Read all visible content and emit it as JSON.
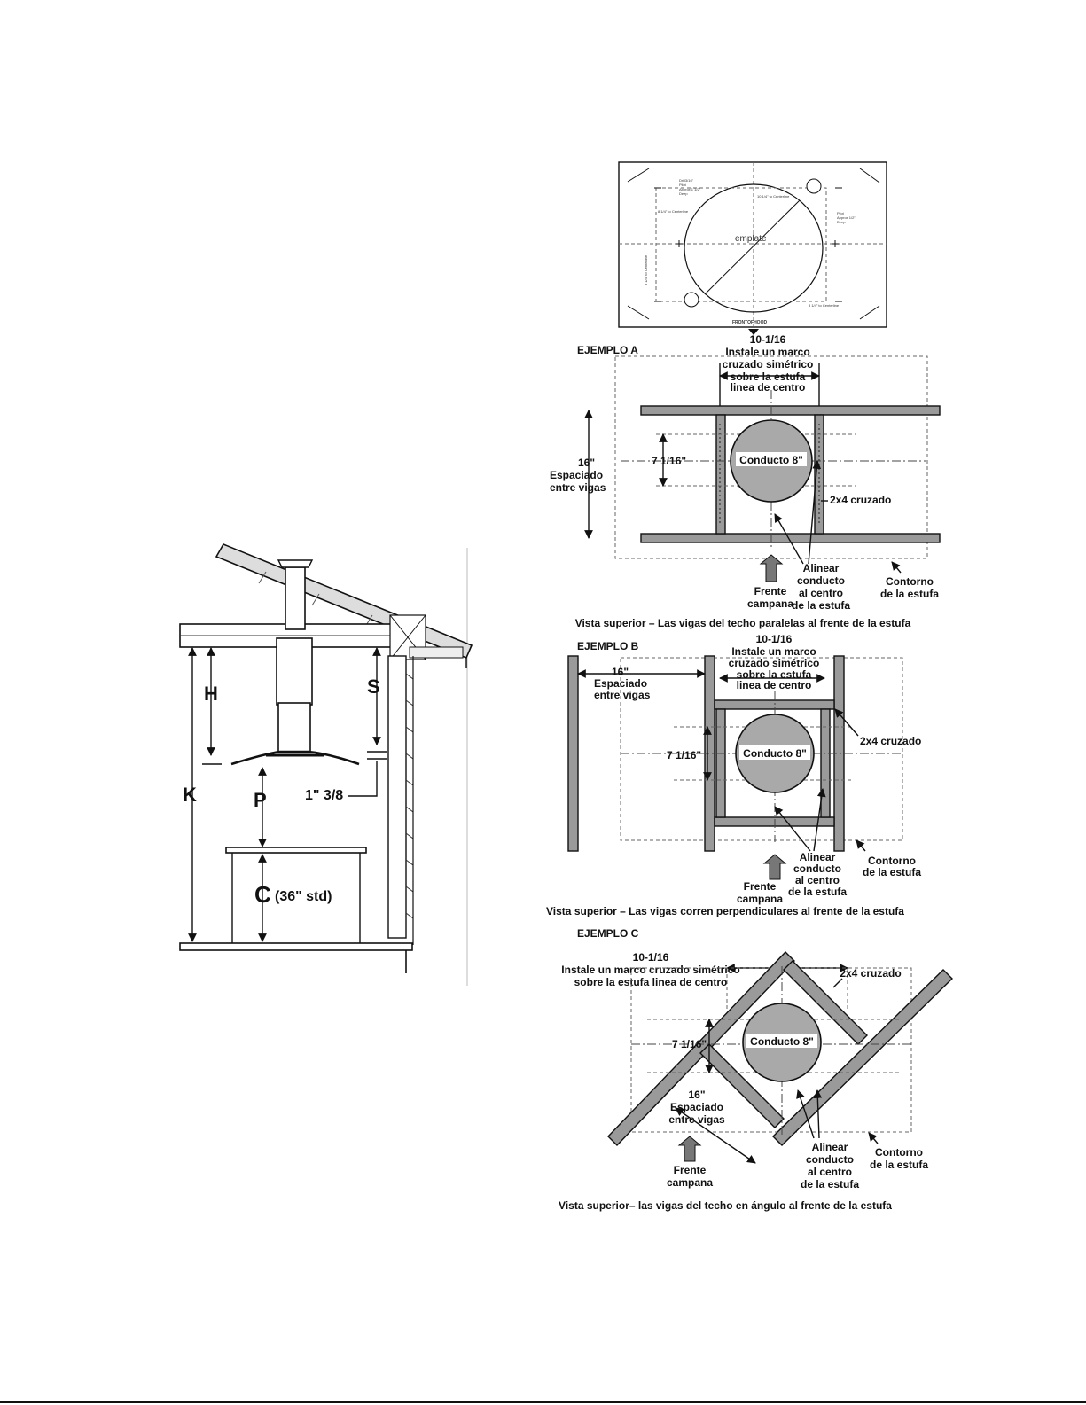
{
  "side_view": {
    "H": "H",
    "S": "S",
    "K": "K",
    "P": "P",
    "C": "C",
    "c_std": "(36\" std)",
    "gap": "1\" 3/8"
  },
  "template": {
    "label": "emplate",
    "front": "FRONTOFHOOD",
    "notes": [
      "Drill3/16\"",
      "Pilot",
      "Approx 1 1/2\"",
      "Deep",
      "10 1/4\" to Centerline",
      "8 1/4\" to Centerline",
      "Pilot",
      "Approx 1/2\"",
      "Deep",
      "8 1/4\" to Centerline",
      "8 1/4\" to Centerline"
    ]
  },
  "example_a": {
    "title": "EJEMPLO A",
    "dim_top": [
      "10-1/16",
      "Instale un marco",
      "cruzado simétrico",
      "sobre la estufa",
      "linea de centro"
    ],
    "spacing": [
      "16\"",
      "Espaciado",
      "entre vigas"
    ],
    "dim_side": "7 1/16\"",
    "duct": "Conducto 8\"",
    "cross": "2x4 cruzado",
    "align": [
      "Alinear",
      "conducto",
      "al centro",
      "de la estufa"
    ],
    "contour": [
      "Contorno",
      "de la estufa"
    ],
    "front": [
      "Frente",
      "campana"
    ],
    "caption": "Vista superior – Las vigas del techo paralelas al frente de la estufa"
  },
  "example_b": {
    "title": "EJEMPLO B",
    "dim_top": [
      "10-1/16",
      "Instale un marco",
      "cruzado simétrico",
      "sobre la estufa",
      "linea de centro"
    ],
    "spacing": [
      "16\"",
      "Espaciado",
      "entre vigas"
    ],
    "dim_side": "7 1/16\"",
    "duct": "Conducto 8\"",
    "cross": "2x4 cruzado",
    "align": [
      "Alinear",
      "conducto",
      "al centro",
      "de la estufa"
    ],
    "contour": [
      "Contorno",
      "de la estufa"
    ],
    "front": [
      "Frente",
      "campana"
    ],
    "caption": "Vista superior – Las vigas corren perpendiculares al frente de la estufa"
  },
  "example_c": {
    "title": "EJEMPLO C",
    "dim_top": [
      "10-1/16",
      "Instale un marco cruzado simétrico",
      "sobre la estufa linea de centro"
    ],
    "cross": "2x4 cruzado",
    "dim_side": "7 1/16\"",
    "duct": "Conducto 8\"",
    "spacing": [
      "16\"",
      "Espaciado",
      "entre vigas"
    ],
    "align": [
      "Alinear",
      "conducto",
      "al centro",
      "de la estufa"
    ],
    "contour": [
      "Contorno",
      "de la estufa"
    ],
    "front": [
      "Frente",
      "campana"
    ],
    "caption": "Vista superior– las vigas del techo en ángulo al frente de la estufa"
  }
}
